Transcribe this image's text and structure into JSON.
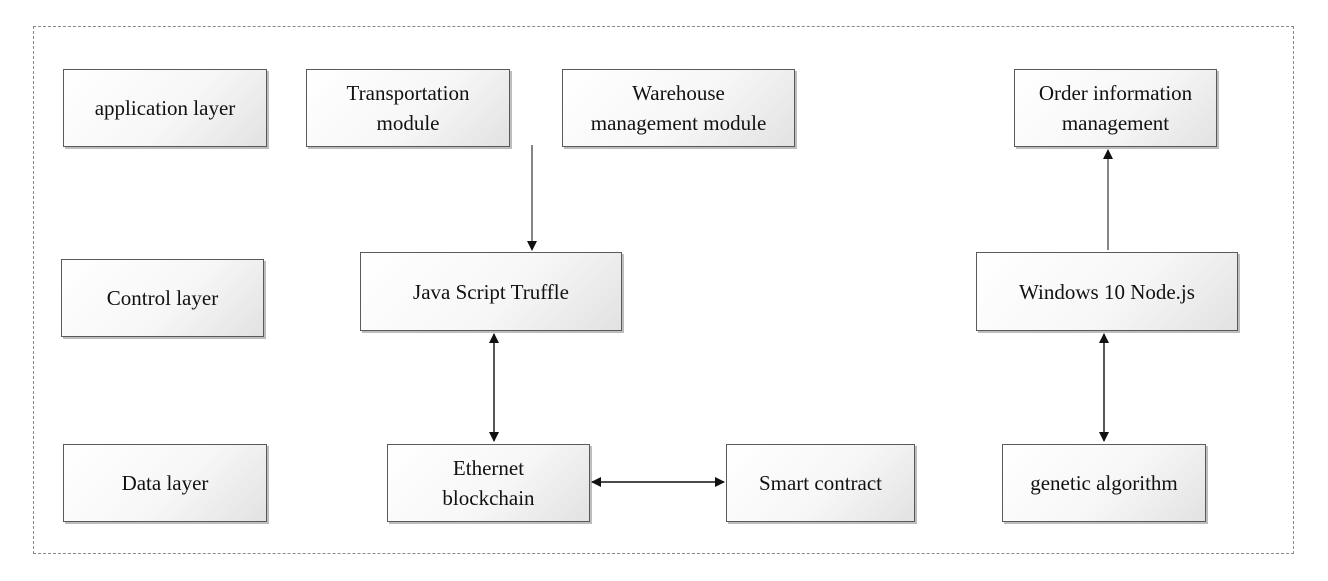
{
  "layers": {
    "application": "application layer",
    "control": "Control layer",
    "data": "Data layer"
  },
  "nodes": {
    "transportation": "Transportation\nmodule",
    "warehouse": "Warehouse\nmanagement module",
    "order_info": "Order information\nmanagement",
    "javascript_truffle": "Java Script Truffle",
    "windows_node": "Windows 10 Node.js",
    "ethernet_blockchain": "Ethernet\nblockchain",
    "smart_contract": "Smart contract",
    "genetic_algorithm": "genetic algorithm"
  },
  "colors": {
    "box_border": "#5a5a5a",
    "arrow": "#111111",
    "frame": "#8a8a8a"
  }
}
